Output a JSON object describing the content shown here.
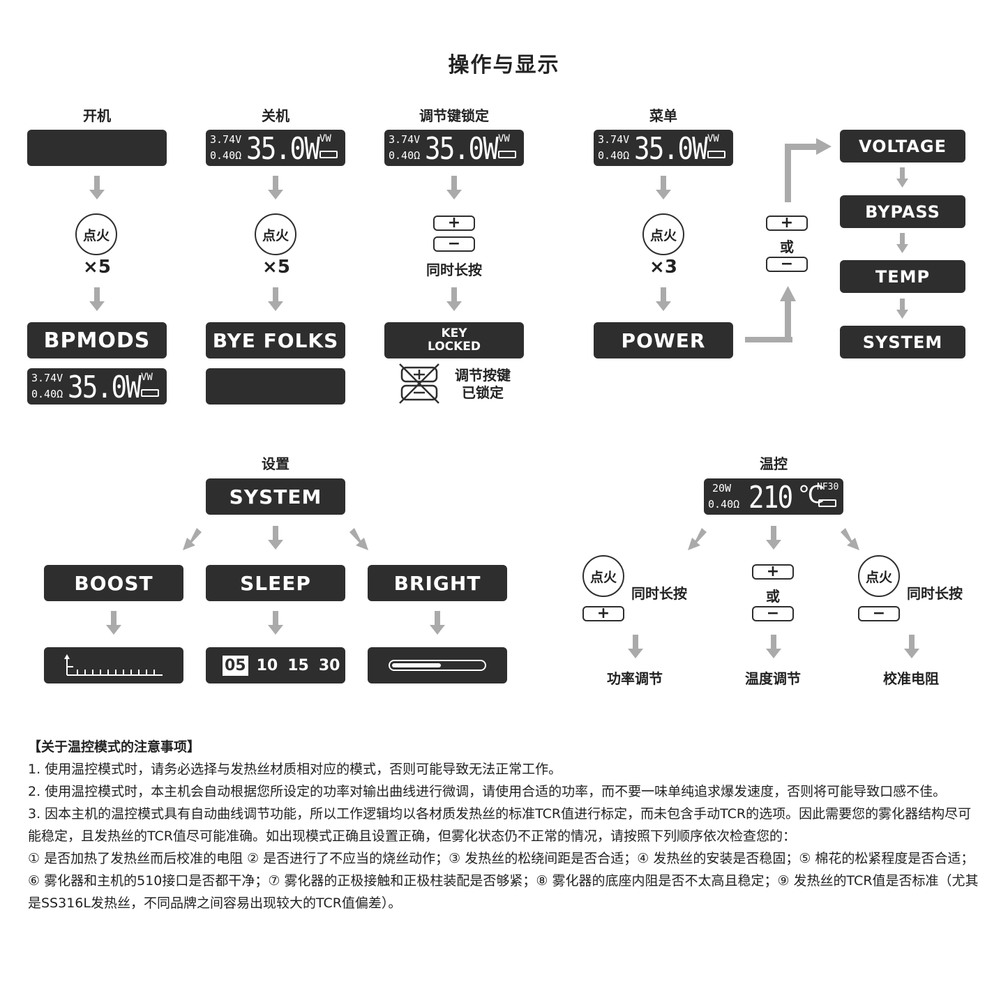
{
  "title": "操作与显示",
  "display": {
    "voltage": "3.74V",
    "resistance": "0.40Ω",
    "power": "35.0W",
    "mode": "VW"
  },
  "tc_display": {
    "power": "20W",
    "resistance": "0.40Ω",
    "temp": "210",
    "unit": "℃",
    "material": "NF30"
  },
  "sections": {
    "power_on": {
      "label": "开机",
      "fire": "点火",
      "times": "×5",
      "result": "BPMODS"
    },
    "power_off": {
      "label": "关机",
      "fire": "点火",
      "times": "×5",
      "result": "BYE FOLKS"
    },
    "key_lock": {
      "label": "调节键锁定",
      "plus": "+",
      "minus": "−",
      "hold": "同时长按",
      "result_line1": "KEY",
      "result_line2": "LOCKED",
      "locked_line1": "调节按键",
      "locked_line2": "已锁定"
    },
    "menu": {
      "label": "菜单",
      "fire": "点火",
      "times": "×3",
      "result": "POWER",
      "or": "或",
      "items": [
        "VOLTAGE",
        "BYPASS",
        "TEMP",
        "SYSTEM"
      ]
    },
    "settings": {
      "label": "设置",
      "root": "SYSTEM",
      "items": [
        "BOOST",
        "SLEEP",
        "BRIGHT"
      ],
      "sleep_options": [
        "05",
        "10",
        "15",
        "30"
      ]
    },
    "temp_control": {
      "label": "温控",
      "fire": "点火",
      "hold": "同时长按",
      "or": "或",
      "results": [
        "功率调节",
        "温度调节",
        "校准电阻"
      ]
    }
  },
  "notes": {
    "heading": "【关于温控模式的注意事项】",
    "lines": [
      "1. 使用温控模式时，请务必选择与发热丝材质相对应的模式，否则可能导致无法正常工作。",
      "2. 使用温控模式时，本主机会自动根据您所设定的功率对输出曲线进行微调，请使用合适的功率，而不要一味单纯追求爆发速度，否则将可能导致口感不佳。",
      "3. 因本主机的温控模式具有自动曲线调节功能，所以工作逻辑均以各材质发热丝的标准TCR值进行标定，而未包含手动TCR的选项。因此需要您的雾化器结构尽可能稳定，且发热丝的TCR值尽可能准确。如出现模式正确且设置正确，但雾化状态仍不正常的情况，请按照下列顺序依次检查您的：",
      "① 是否加热了发热丝而后校准的电阻 ② 是否进行了不应当的烧丝动作；③ 发热丝的松绕间距是否合适；④ 发热丝的安装是否稳固；⑤ 棉花的松紧程度是否合适；⑥ 雾化器和主机的510接口是否都干净；⑦ 雾化器的正极接触和正极柱装配是否够紧；⑧ 雾化器的底座内阻是否不太高且稳定；⑨ 发热丝的TCR值是否标准（尤其是SS316L发热丝，不同品牌之间容易出现较大的TCR值偏差）。"
    ]
  }
}
